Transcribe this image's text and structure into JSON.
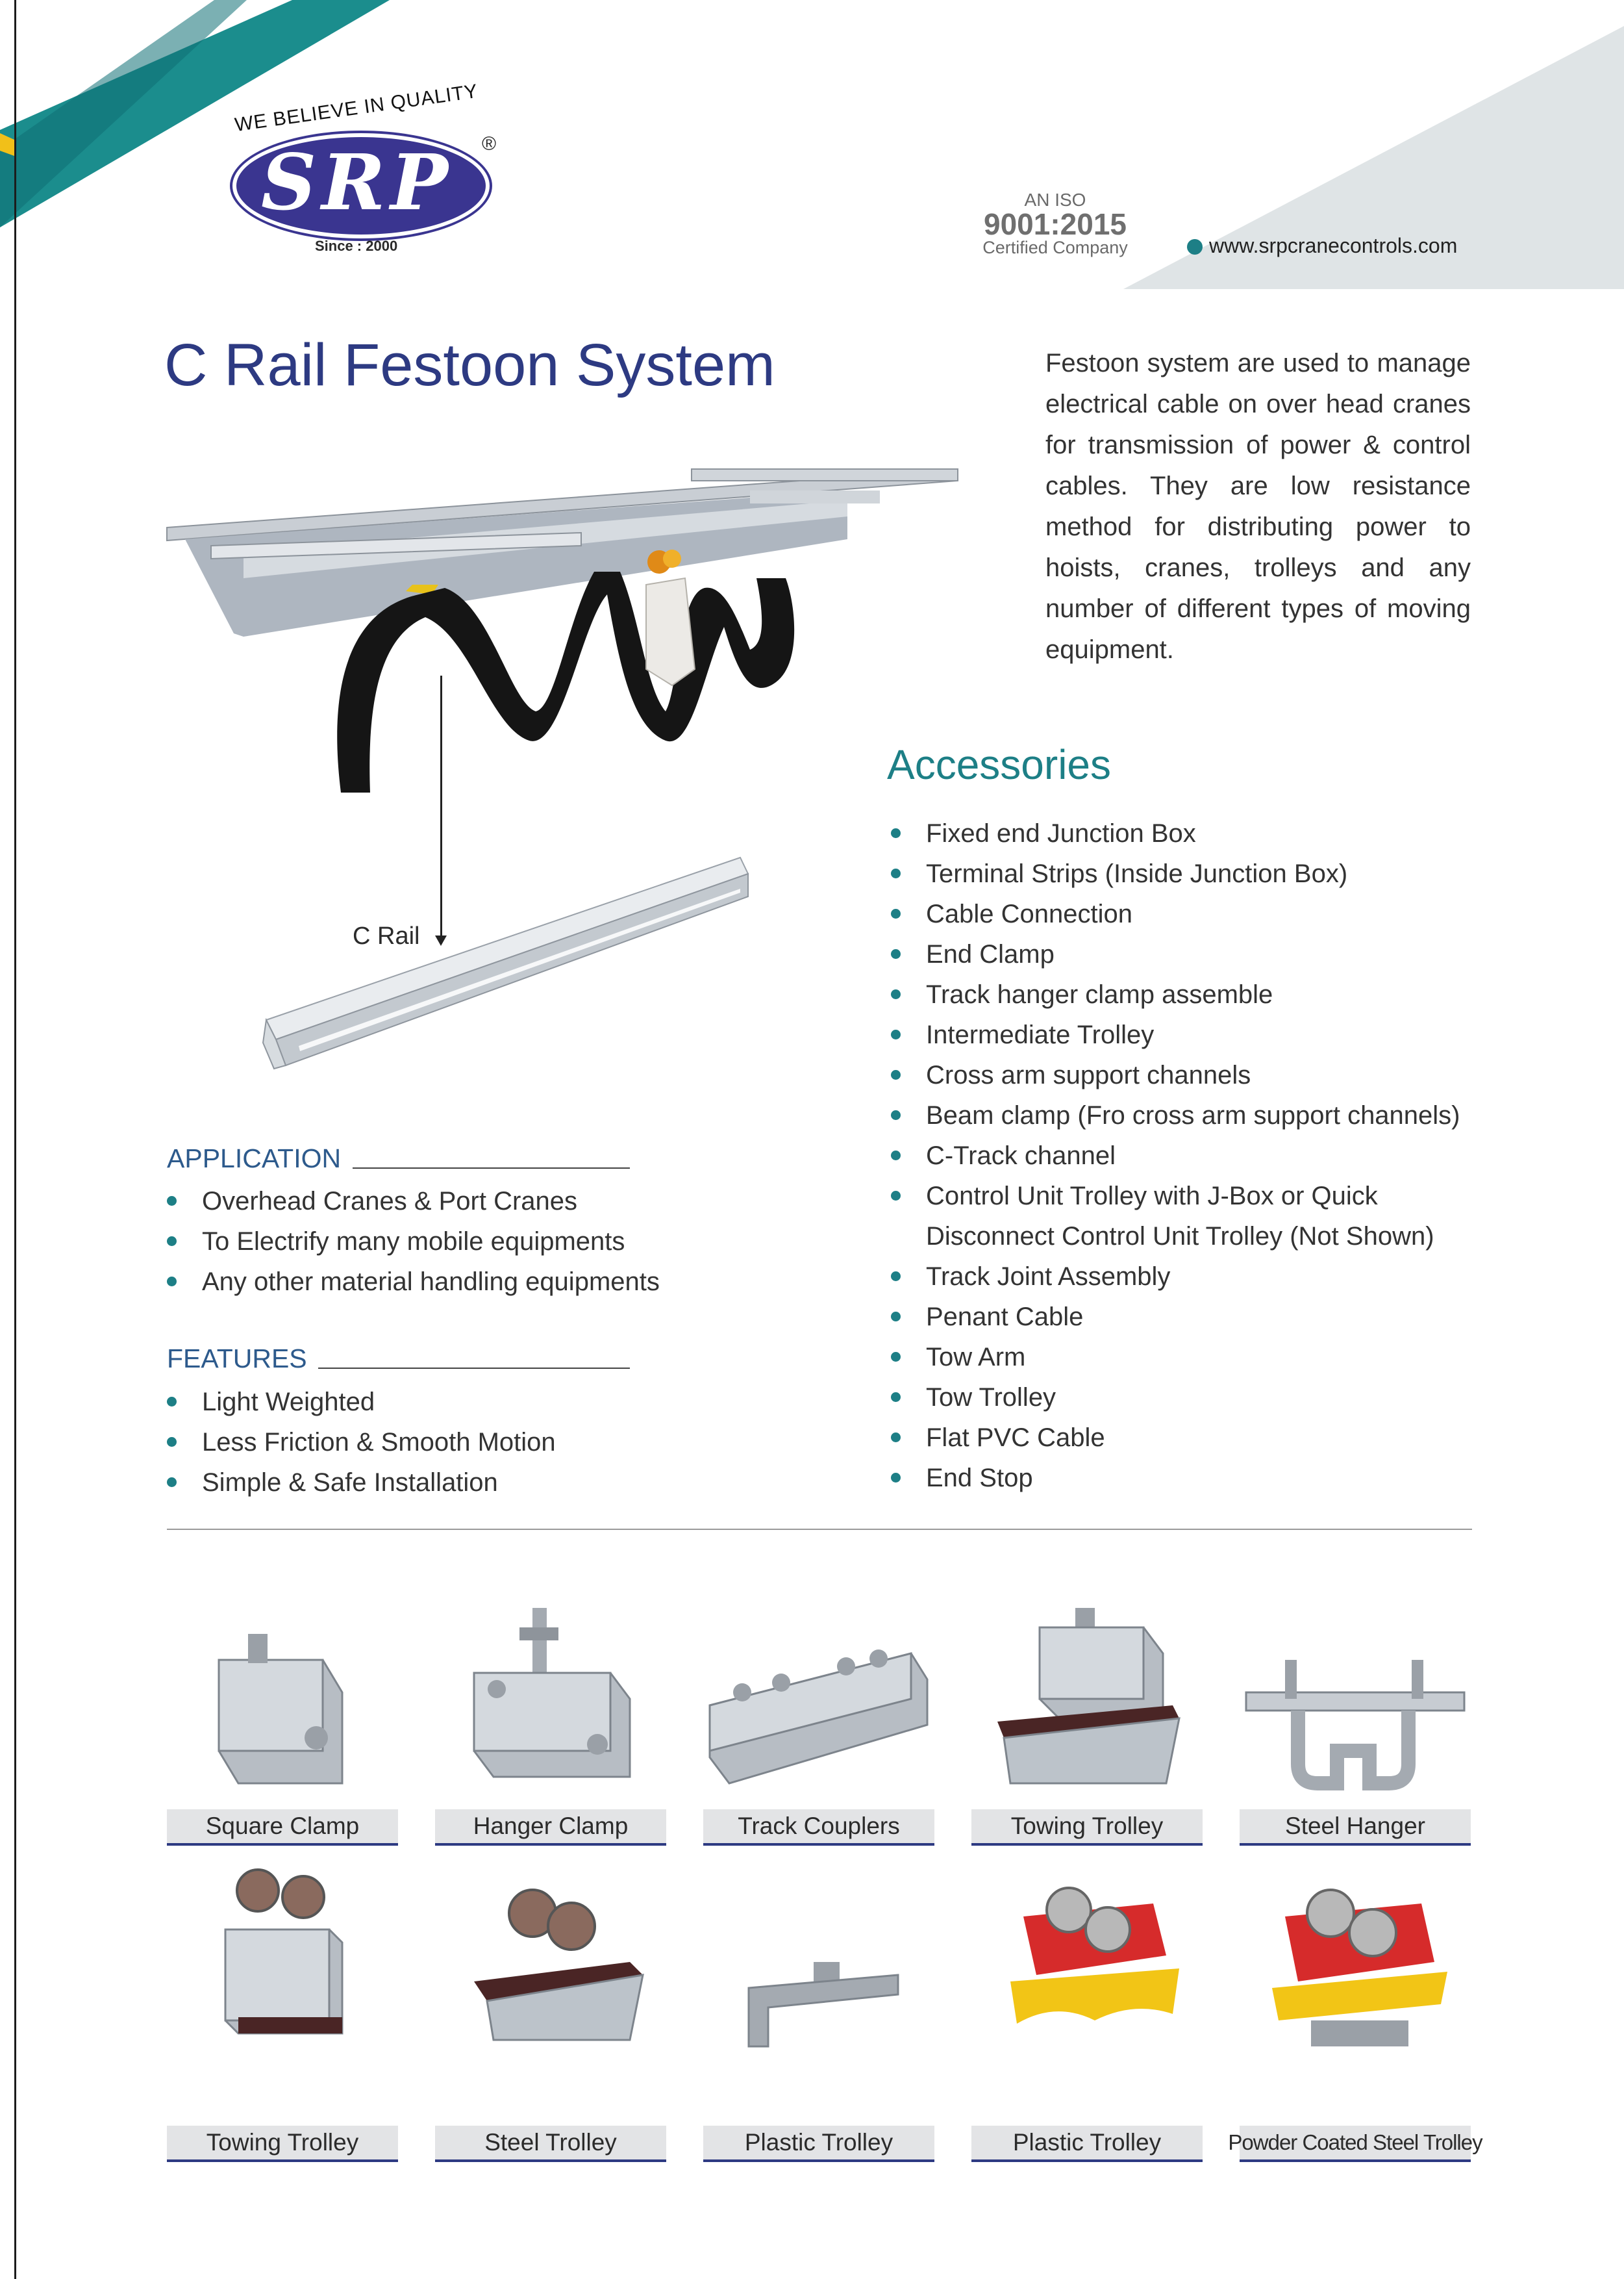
{
  "brand": {
    "tagline": "WE BELIEVE IN QUALITY",
    "name": "SRP",
    "registered": "®",
    "since": "Since : 2000",
    "iso_an": "AN ISO",
    "iso_number": "9001:2015",
    "iso_certified": "Certified Company",
    "website": "www.srpcranecontrols.com"
  },
  "title": "C Rail Festoon System",
  "intro": "Festoon system are used to manage electrical cable on over head cranes for transmission of power & control cables. They are low resistance method for distributing power to hoists, cranes, trolleys and any number of different types of moving equipment.",
  "crail_label": "C Rail",
  "application": {
    "heading": "APPLICATION",
    "items": [
      "Overhead Cranes & Port Cranes",
      "To Electrify many mobile equipments",
      "Any other material handling equipments"
    ]
  },
  "features": {
    "heading": "FEATURES",
    "items": [
      "Light Weighted",
      "Less Friction & Smooth Motion",
      "Simple & Safe Installation"
    ]
  },
  "accessories": {
    "heading": "Accessories",
    "items": [
      "Fixed end Junction Box",
      "Terminal Strips (Inside Junction Box)",
      "Cable Connection",
      "End Clamp",
      "Track hanger clamp assemble",
      "Intermediate Trolley",
      "Cross arm support channels",
      "Beam clamp (Fro cross arm support channels)",
      "C-Track channel",
      "Control Unit Trolley with J-Box or Quick",
      "Disconnect Control Unit Trolley (Not Shown)",
      "Track Joint Assembly",
      "Penant Cable",
      "Tow Arm",
      "Tow Trolley",
      "Flat PVC Cable",
      "End Stop"
    ]
  },
  "products": [
    {
      "label": "Square Clamp",
      "icon": "square-clamp"
    },
    {
      "label": "Hanger Clamp",
      "icon": "hanger-clamp"
    },
    {
      "label": "Track Couplers",
      "icon": "track-coupler"
    },
    {
      "label": "Towing Trolley",
      "icon": "towing-trolley"
    },
    {
      "label": "Steel Hanger",
      "icon": "steel-hanger"
    },
    {
      "label": "Towing Trolley",
      "icon": "towing-trolley-wheels"
    },
    {
      "label": "Steel Trolley",
      "icon": "steel-trolley"
    },
    {
      "label": "Plastic Trolley",
      "icon": "plastic-trolley-bracket"
    },
    {
      "label": "Plastic Trolley",
      "icon": "plastic-trolley-red"
    },
    {
      "label": "Powder Coated Steel Trolley",
      "icon": "powder-coated-trolley"
    }
  ],
  "colors": {
    "brand_blue": "#3a3590",
    "title_blue": "#2d3a82",
    "teal": "#1d7f86",
    "caption_bg": "#e3e4e6",
    "trolley_red": "#d62b2b",
    "trolley_yellow": "#f2c516"
  }
}
